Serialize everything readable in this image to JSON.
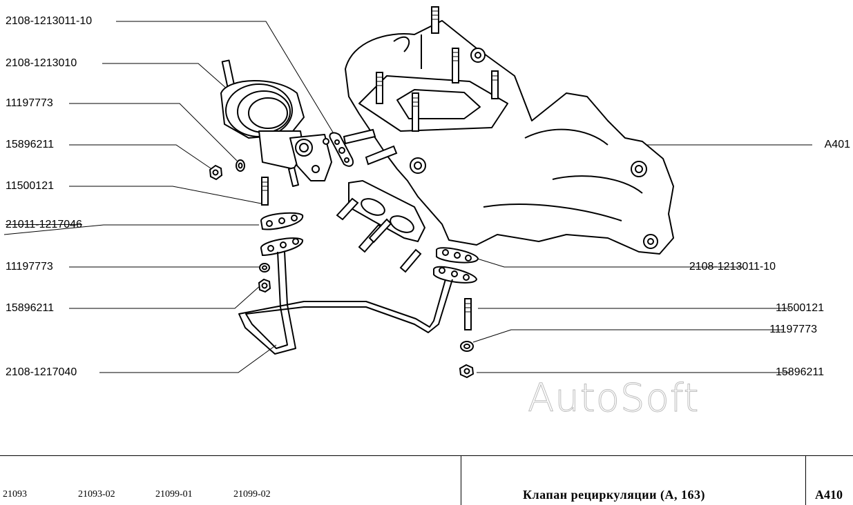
{
  "callouts": {
    "left": [
      "2108-1213011-10",
      "2108-1213010",
      "11197773",
      "15896211",
      "11500121",
      "21011-1217046",
      "11197773",
      "15896211",
      "2108-1217040"
    ],
    "right": [
      "A401",
      "2108-1213011-10",
      "11500121",
      "11197773",
      "15896211"
    ]
  },
  "watermark": "AutoSoft",
  "footer": {
    "models": [
      "21093",
      "21093-02",
      "21099-01",
      "21099-02"
    ],
    "title": "Клапан рециркуляции (А, 163)",
    "code": "A410"
  },
  "colors": {
    "ink": "#000000",
    "paper": "#ffffff",
    "watermark_outline": "#bcbcbc"
  }
}
